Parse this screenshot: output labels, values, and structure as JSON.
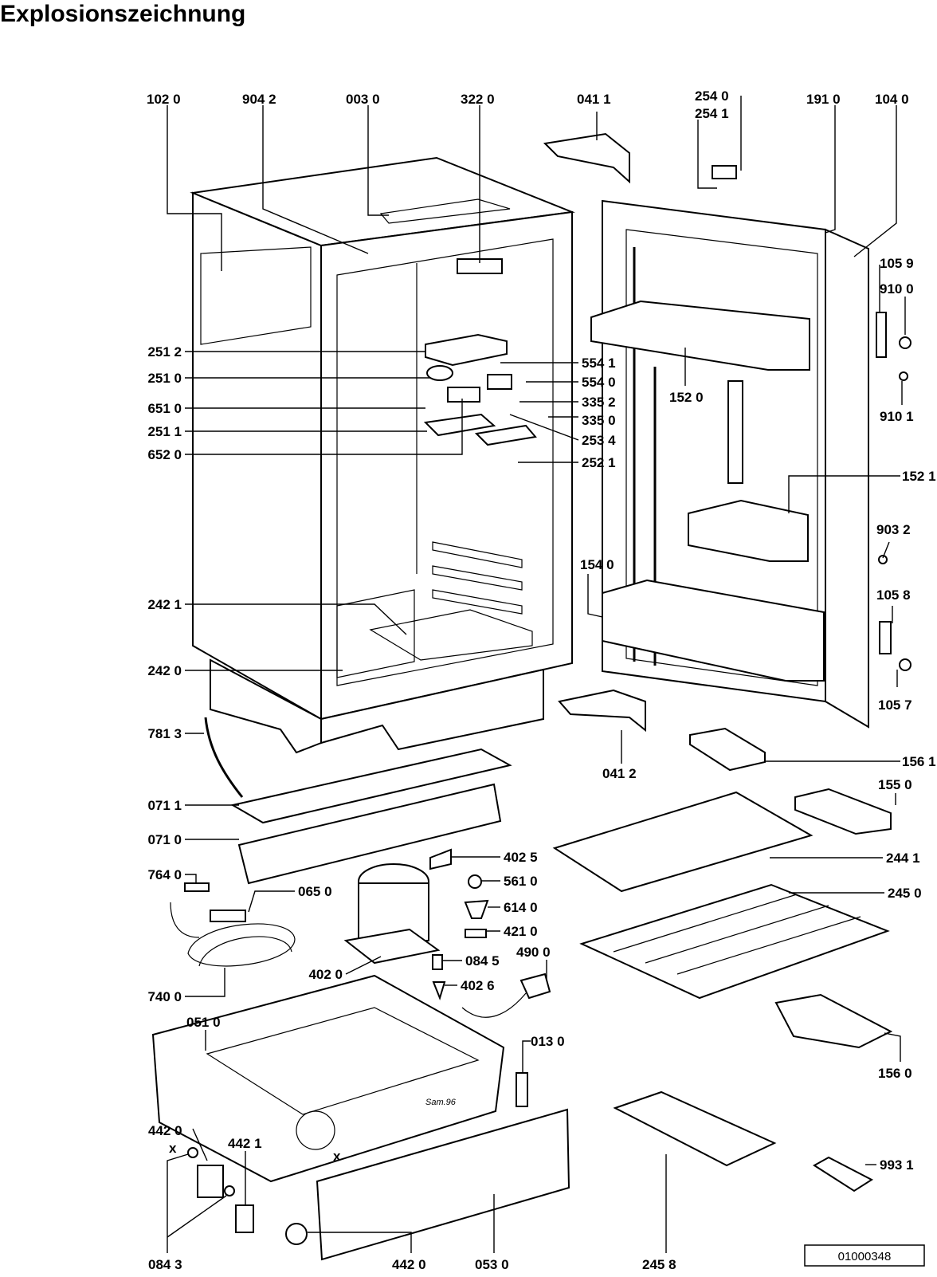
{
  "title": "Explosionszeichnung",
  "doc_number": "01000348",
  "part_labels": [
    "102 0",
    "904 2",
    "003 0",
    "322 0",
    "041 1",
    "254 0",
    "254 1",
    "191 0",
    "104 0",
    "105 9",
    "910 0",
    "910 1",
    "251 2",
    "251 0",
    "651 0",
    "251 1",
    "652 0",
    "554 1",
    "554 0",
    "335 2",
    "335 0",
    "253 4",
    "252 1",
    "152 0",
    "152 1",
    "903 2",
    "154 0",
    "105 8",
    "105 7",
    "242 1",
    "242 0",
    "781 3",
    "041 2",
    "156 1",
    "155 0",
    "071 1",
    "071 0",
    "402 5",
    "561 0",
    "614 0",
    "421 0",
    "764 0",
    "065 0",
    "244 1",
    "245 0",
    "084 5",
    "490 0",
    "402 0",
    "402 6",
    "740 0",
    "051 0",
    "013 0",
    "156 0",
    "442 0",
    "442 1",
    "993 1",
    "084 3",
    "442 0",
    "053 0",
    "245 8"
  ],
  "annotations": [
    "x",
    "x",
    "Sam.96"
  ]
}
